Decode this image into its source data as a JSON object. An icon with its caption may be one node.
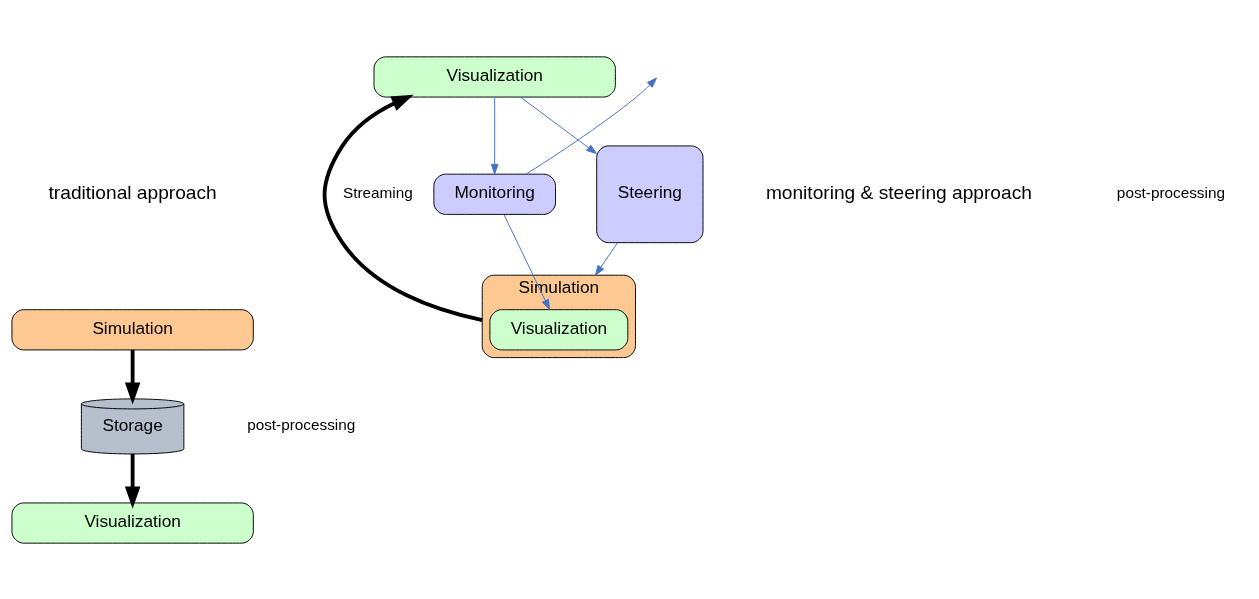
{
  "diagram": {
    "nodes": [
      {
        "text": [
          "Simulation"
        ]
      },
      {
        "text": [
          "Storage"
        ]
      },
      {
        "text": [
          "Visualization"
        ]
      },
      {
        "text": [
          "Simulation"
        ]
      },
      {
        "text": [
          "Visualization"
        ],
        "in": 3
      },
      {
        "text": [
          "Monitoring"
        ]
      },
      {
        "text": [
          "Steering"
        ]
      },
      {
        "text": [
          "Visualization"
        ]
      }
    ],
    "edges": [
      {
        "from": 0,
        "to": 1,
        "arrow": "to",
        "style": "thick",
        "color": "#000000"
      },
      {
        "from": 1,
        "to": 2,
        "arrow": "to",
        "style": "thick",
        "color": "#000000"
      },
      {
        "from": 3,
        "to": 7,
        "arrow": "to",
        "label": "Streaming",
        "style": "thick",
        "color": "#000000"
      },
      {
        "from": 5,
        "to": null,
        "arrow": "to"
      },
      {
        "from": 7,
        "to": 5,
        "arrow": "to"
      },
      {
        "from": 5,
        "to": 4,
        "arrow": "to"
      },
      {
        "from": 7,
        "to": 6,
        "arrow": "to"
      },
      {
        "from": 6,
        "to": 3,
        "arrow": "to"
      }
    ],
    "labels": [
      "traditional approach",
      "post-processing",
      "monitoring & steering approach",
      "post-processing"
    ]
  }
}
